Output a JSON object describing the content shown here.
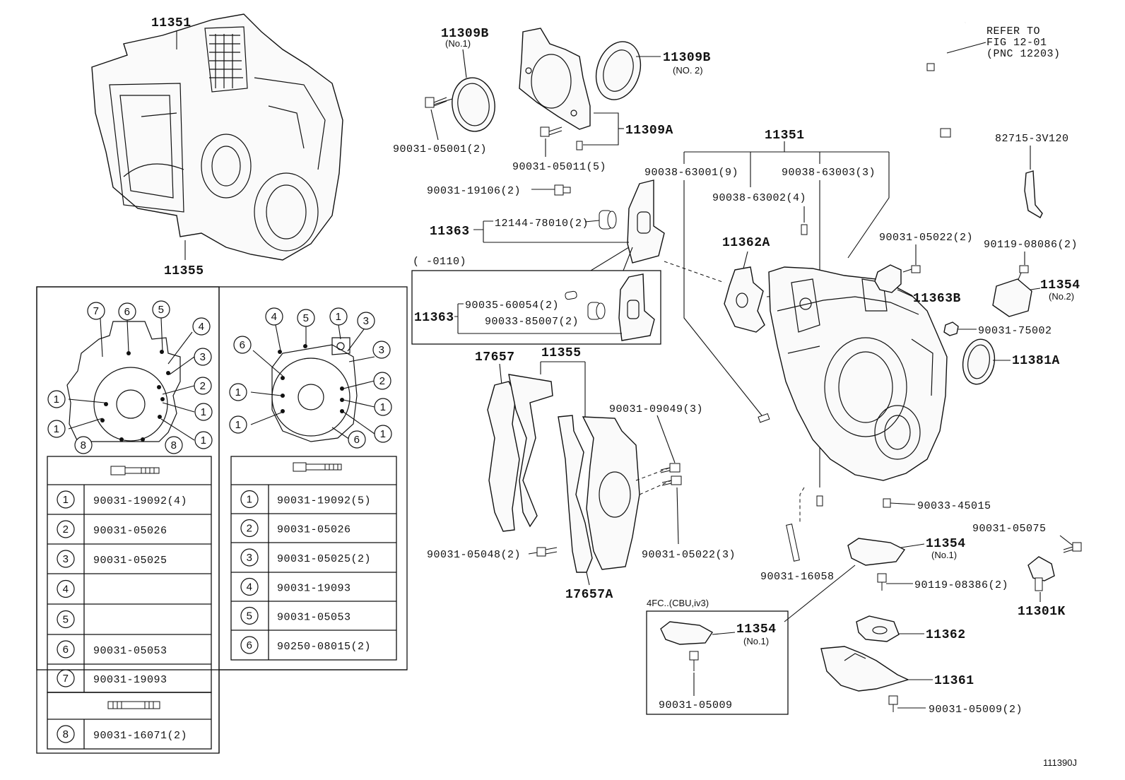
{
  "diagram_code": "111390J",
  "labels": {
    "p11351_top": "11351",
    "p11355_left": "11355",
    "p11309B_1": "11309B",
    "p11309B_1_sub": "(No.1)",
    "p11309B_2": "11309B",
    "p11309B_2_sub": "(NO. 2)",
    "p11309A": "11309A",
    "b90031_05001": "90031-05001(2)",
    "b90031_05011": "90031-05011(5)",
    "b90031_19106": "90031-19106(2)",
    "p11363_a": "11363",
    "p12144_78010": "12144-78010(2)",
    "note_0110": "(      -0110)",
    "p11363_b": "11363",
    "p90035_60054": "90035-60054(2)",
    "p90033_85007": "90033-85007(2)",
    "p17657": "17657",
    "p11355_mid": "11355",
    "b90031_09049": "90031-09049(3)",
    "b90031_05048": "90031-05048(2)",
    "b90031_05022_3": "90031-05022(3)",
    "p17657A": "17657A",
    "refer_1": "REFER TO",
    "refer_2": "FIG 12-01",
    "refer_3": "(PNC 12203)",
    "p82715": "82715-3V120",
    "p11351_right": "11351",
    "b90038_63001": "90038-63001(9)",
    "b90038_63003": "90038-63003(3)",
    "b90038_63002": "90038-63002(4)",
    "p11362A": "11362A",
    "b90031_05022_2": "90031-05022(2)",
    "b90119_08086": "90119-08086(2)",
    "p11363B": "11363B",
    "p11354_no2": "11354",
    "p11354_no2_sub": "(No.2)",
    "b90031_75002": "90031-75002",
    "p11381A": "11381A",
    "b90033_45015": "90033-45015",
    "b90031_05075": "90031-05075",
    "p11354_no1": "11354",
    "p11354_no1_sub": "(No.1)",
    "b90031_16058": "90031-16058",
    "b90119_08386": "90119-08386(2)",
    "p11301K": "11301K",
    "note_4fc": "4FC..(CBU,iv3)",
    "p11354_box": "11354",
    "p11354_box_sub": "(No.1)",
    "b90031_05009_box": "90031-05009",
    "p11362": "11362",
    "p11361": "11361",
    "b90031_05009_2": "90031-05009(2)"
  },
  "left_table": {
    "rows": [
      {
        "num": "1",
        "part": "90031-19092(4)"
      },
      {
        "num": "2",
        "part": "90031-05026"
      },
      {
        "num": "3",
        "part": "90031-05025"
      },
      {
        "num": "4",
        "part": ""
      },
      {
        "num": "5",
        "part": ""
      },
      {
        "num": "6",
        "part": "90031-05053"
      },
      {
        "num": "7",
        "part": "90031-19093"
      }
    ],
    "stud_row": {
      "num": "8",
      "part": "90031-16071(2)"
    }
  },
  "right_table": {
    "rows": [
      {
        "num": "1",
        "part": "90031-19092(5)"
      },
      {
        "num": "2",
        "part": "90031-05026"
      },
      {
        "num": "3",
        "part": "90031-05025(2)"
      },
      {
        "num": "4",
        "part": "90031-19093"
      },
      {
        "num": "5",
        "part": "90031-05053"
      },
      {
        "num": "6",
        "part": "90250-08015(2)"
      }
    ]
  },
  "left_callouts": [
    "7",
    "6",
    "5",
    "4",
    "3",
    "2",
    "1",
    "1",
    "1",
    "1",
    "8",
    "8"
  ],
  "right_callouts": [
    "4",
    "5",
    "1",
    "3",
    "6",
    "3",
    "2",
    "1",
    "1",
    "1",
    "6",
    "1"
  ]
}
